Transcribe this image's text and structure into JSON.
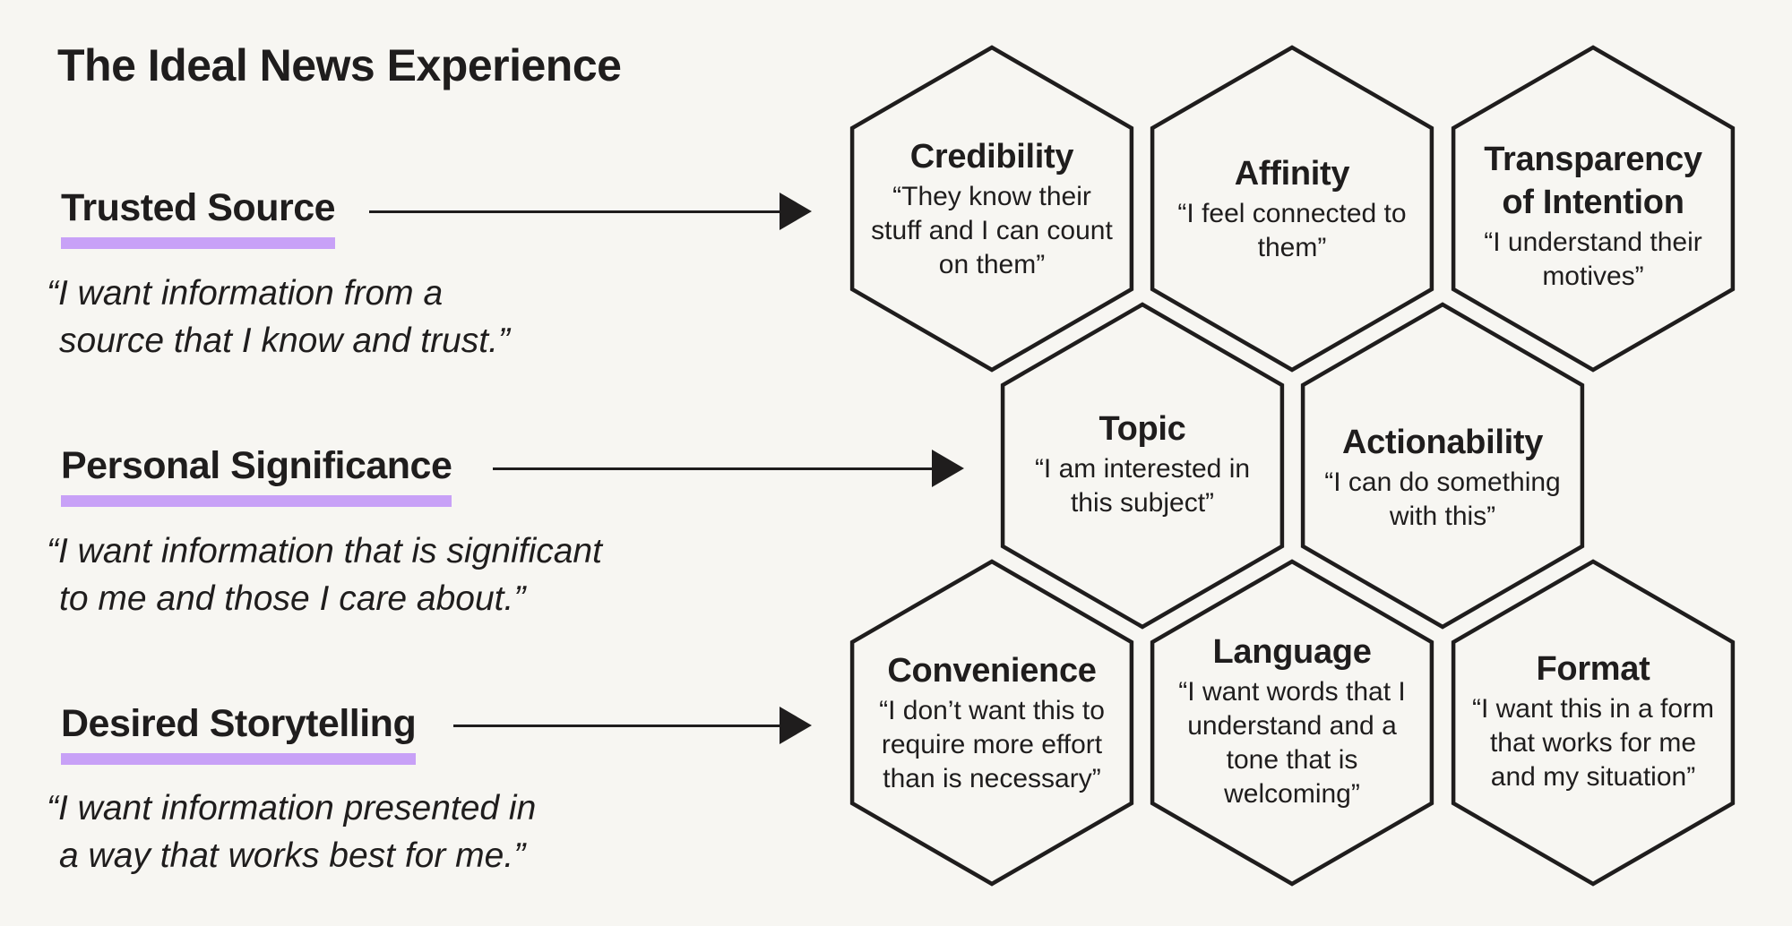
{
  "title": "The Ideal News Experience",
  "groups": [
    {
      "heading": "Trusted Source",
      "quote_lines": [
        "“I want information from a",
        "source that I know and trust.”"
      ]
    },
    {
      "heading": "Personal Significance",
      "quote_lines": [
        "“I want information that is significant",
        "to me and those I care about.”"
      ]
    },
    {
      "heading": "Desired Storytelling",
      "quote_lines": [
        "“I want information presented in",
        "a way that works best for me.”"
      ]
    }
  ],
  "hexagons": [
    {
      "title": "Credibility",
      "quote": "“They know their stuff and I can count on them”"
    },
    {
      "title": "Affinity",
      "quote": "“I feel connected to them”"
    },
    {
      "title": "Transparency of Intention",
      "quote": "“I understand their motives”"
    },
    {
      "title": "Topic",
      "quote": "“I am interested in this subject”"
    },
    {
      "title": "Actionability",
      "quote": "“I can do something with this”"
    },
    {
      "title": "Convenience",
      "quote": "“I don’t want this to require more effort than is necessary”"
    },
    {
      "title": "Language",
      "quote": "“I want words that I understand and a tone that is welcoming”"
    },
    {
      "title": "Format",
      "quote": "“I want this in a form that works for me and my situation”"
    }
  ],
  "colors": {
    "background": "#f7f6f2",
    "ink": "#1f1d1d",
    "underline_accent": "#c8a1f7"
  }
}
